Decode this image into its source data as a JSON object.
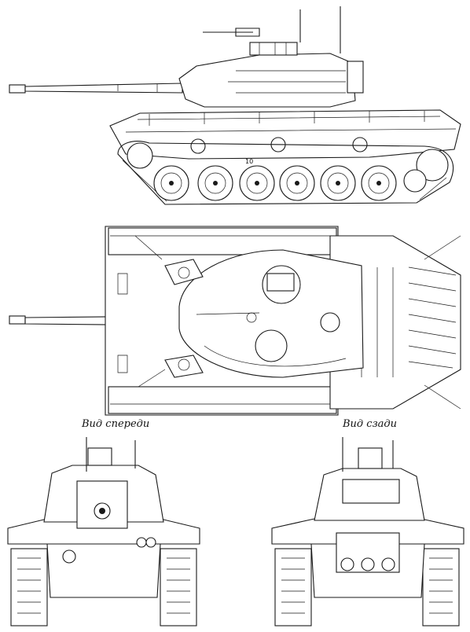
{
  "captions": {
    "front_view": "Вид спереди",
    "rear_view": "Вид сзади"
  },
  "side_view": {
    "callout_number": "10"
  },
  "colors": {
    "line": "#1a1a1a",
    "background": "#ffffff"
  }
}
